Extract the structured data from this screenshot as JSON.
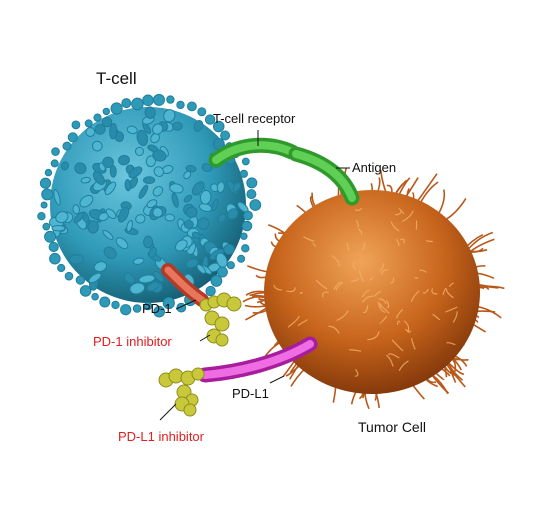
{
  "labels": {
    "tcell": "T-cell",
    "tcell_receptor": "T-cell receptor",
    "antigen": "Antigen",
    "pd1": "PD-1",
    "pd1_inhibitor": "PD-1 inhibitor",
    "pdl1": "PD-L1",
    "pdl1_inhibitor": "PD-L1 inhibitor",
    "tumor_cell": "Tumor Cell"
  },
  "colors": {
    "tcell": "#2f9ab8",
    "tcell_dark": "#1b6f88",
    "tumor": "#c8651c",
    "tumor_dark": "#8a3e0c",
    "receptor": "#3fb53a",
    "pd1": "#d8553f",
    "pdl1": "#e03bd0",
    "inhibitor": "#c9c83a",
    "inhibitor_label": "#e02020",
    "text": "#111111"
  }
}
